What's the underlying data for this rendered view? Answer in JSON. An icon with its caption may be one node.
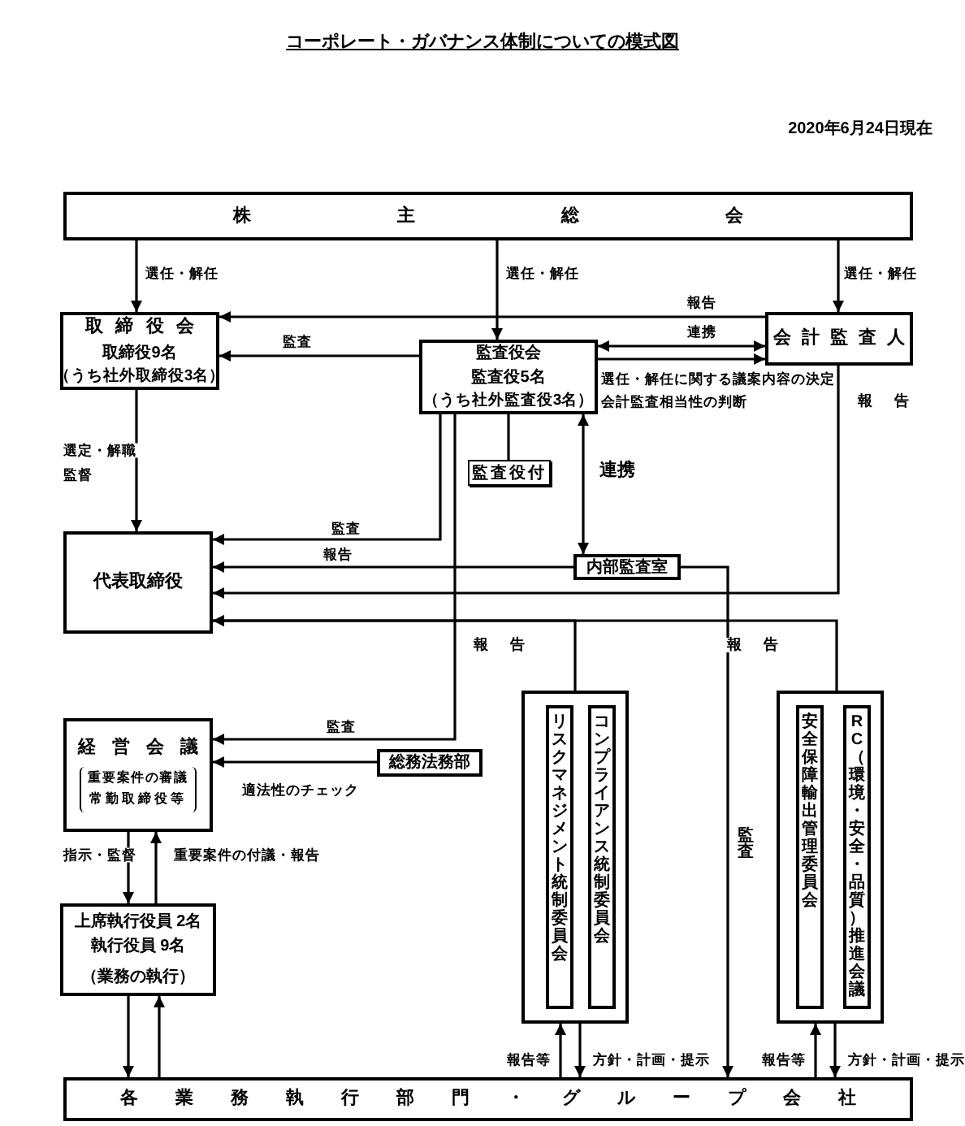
{
  "diagram": {
    "title": "コーポレート・ガバナンス体制についての模式図",
    "nodes": [
      {
        "text": [
          "株主総会"
        ]
      },
      {
        "text": [
          "取締役会",
          "取締役9名",
          "（うち社外取締役3名）"
        ]
      },
      {
        "text": [
          "監査役会",
          "監査役5名",
          "（うち社外監査役3名）"
        ]
      },
      {
        "text": [
          "会計監査人"
        ]
      },
      {
        "text": [
          "監査役付"
        ]
      },
      {
        "text": [
          "代表取締役"
        ]
      },
      {
        "text": [
          "内部監査室"
        ]
      },
      {
        "text": [
          "経営会議",
          "重要案件の審議",
          "常勤取締役等"
        ]
      },
      {
        "text": [
          "総務法務部"
        ]
      },
      {
        "text": [
          "上席執行役員 2名",
          "執行役員 9名",
          "（業務の執行）"
        ]
      },
      {
        "text": [],
        "shape": "box"
      },
      {
        "text": [
          "リスクマネジメント統制委員会"
        ],
        "in": 10
      },
      {
        "text": [
          "コンプライアンス統制委員会"
        ],
        "in": 10
      },
      {
        "text": [],
        "shape": "box"
      },
      {
        "text": [
          "安全保障輸出管理委員会"
        ],
        "in": 13
      },
      {
        "text": [
          "RC（環境・安全・品質）推進会議"
        ],
        "in": 13
      },
      {
        "text": [
          "各業務執行部門・グループ会社"
        ]
      }
    ],
    "edges": [
      {
        "from": 0,
        "to": 1,
        "arrow": "to",
        "label": "選任・解任"
      },
      {
        "from": 0,
        "to": 2,
        "arrow": "to",
        "label": "選任・解任"
      },
      {
        "from": 0,
        "to": 3,
        "arrow": "to",
        "label": "選任・解任"
      },
      {
        "from": 3,
        "to": 1,
        "arrow": "to",
        "label": "報告"
      },
      {
        "from": 2,
        "to": 1,
        "arrow": "to",
        "label": "監査"
      },
      {
        "from": 2,
        "to": 3,
        "arrow": "both",
        "label": "連携"
      },
      {
        "from": 2,
        "to": 3,
        "arrow": "to",
        "label": "選任・解任に関する議案内容の決定"
      },
      {
        "from": 1,
        "to": 5,
        "arrow": "to",
        "label": "選定・解職"
      },
      {
        "from": 2,
        "to": 5,
        "arrow": "to",
        "label": "監査"
      },
      {
        "from": 2,
        "to": 7,
        "arrow": "to",
        "label": "監査"
      },
      {
        "from": 2,
        "to": 4,
        "arrow": "none"
      },
      {
        "from": 6,
        "to": 2,
        "arrow": "both",
        "label": "連携"
      },
      {
        "from": 6,
        "to": 5,
        "arrow": "to",
        "label": "報告"
      },
      {
        "from": 3,
        "to": 5,
        "arrow": "to",
        "label": "報告"
      },
      {
        "from": 10,
        "to": 5,
        "arrow": "to",
        "label": "報告"
      },
      {
        "from": 13,
        "to": 5,
        "arrow": "to",
        "label": "報告"
      },
      {
        "from": 6,
        "to": 16,
        "arrow": "to",
        "label": "監査"
      },
      {
        "from": 8,
        "to": 7,
        "arrow": "to",
        "label": "適法性のチェック"
      },
      {
        "from": 7,
        "to": 9,
        "arrow": "to",
        "label": "指示・監督"
      },
      {
        "from": 9,
        "to": 7,
        "arrow": "to",
        "label": "重要案件の付議・報告"
      },
      {
        "from": 9,
        "to": 16,
        "arrow": "to"
      },
      {
        "from": 16,
        "to": 9,
        "arrow": "to"
      },
      {
        "from": 16,
        "to": 10,
        "arrow": "to",
        "label": "報告等"
      },
      {
        "from": 10,
        "to": 16,
        "arrow": "to",
        "label": "方針・計画・提示"
      },
      {
        "from": 16,
        "to": 13,
        "arrow": "to",
        "label": "報告等"
      },
      {
        "from": 13,
        "to": 16,
        "arrow": "to",
        "label": "方針・計画・提示"
      }
    ],
    "labels": [
      "2020年6月24日現在",
      "会計監査相当性の判断",
      "監督"
    ]
  }
}
